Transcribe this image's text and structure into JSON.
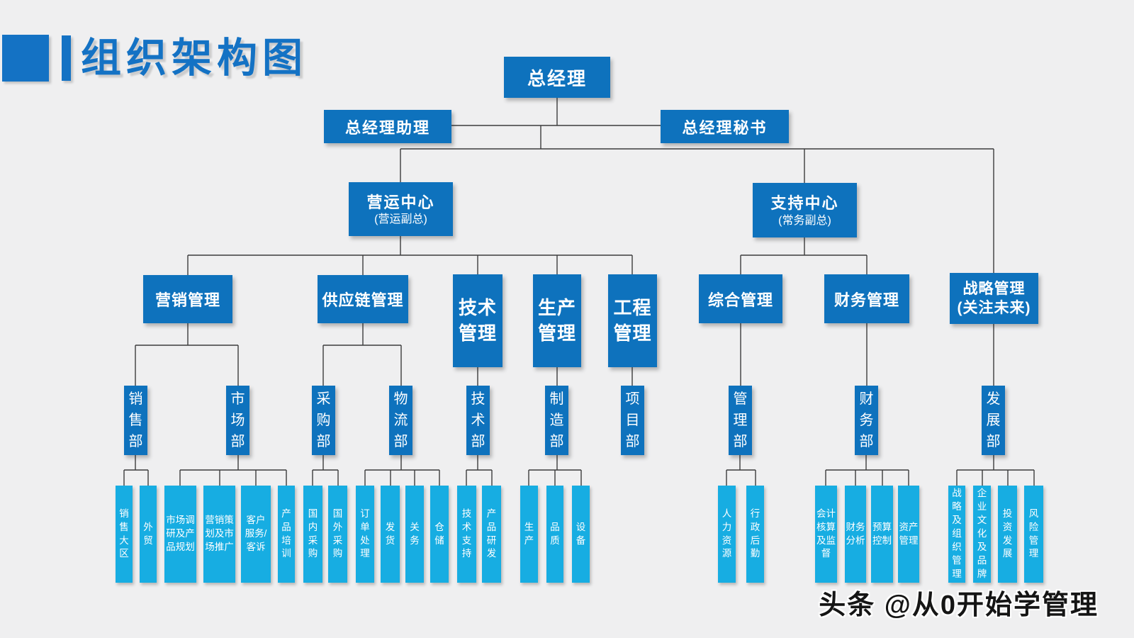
{
  "page": {
    "title": "组织架构图"
  },
  "watermark": {
    "text": "头条 @从0开始学管理"
  },
  "colors": {
    "primary_blue": "#0e72bd",
    "accent_cyan": "#17ade2",
    "bg": "#efeff0",
    "line": "#3c3c3c",
    "title_blue": "#1472c4"
  },
  "org": {
    "root": {
      "label": "总经理"
    },
    "assistants": [
      {
        "label": "总经理助理"
      },
      {
        "label": "总经理秘书"
      }
    ],
    "centers": [
      {
        "label": "营运中心",
        "sub": "(营运副总)"
      },
      {
        "label": "支持中心",
        "sub": "(常务副总)"
      }
    ],
    "divisions": [
      {
        "label": "营销管理"
      },
      {
        "label": "供应链管理"
      },
      {
        "label": "技术管理"
      },
      {
        "label": "生产管理"
      },
      {
        "label": "工程管理"
      },
      {
        "label": "综合管理"
      },
      {
        "label": "财务管理"
      },
      {
        "label": "战略管理",
        "sub": "(关注未来)"
      }
    ],
    "departments": [
      {
        "label": "销售部"
      },
      {
        "label": "市场部"
      },
      {
        "label": "采购部"
      },
      {
        "label": "物流部"
      },
      {
        "label": "技术部"
      },
      {
        "label": "制造部"
      },
      {
        "label": "项目部"
      },
      {
        "label": "管理部"
      },
      {
        "label": "财务部"
      },
      {
        "label": "发展部"
      }
    ],
    "functions": [
      {
        "label": "销售大区"
      },
      {
        "label": "外贸"
      },
      {
        "label": "市场调研及产品规划"
      },
      {
        "label": "营销策划及市场推广"
      },
      {
        "label": "客户服务/客诉"
      },
      {
        "label": "产品培训"
      },
      {
        "label": "国内采购"
      },
      {
        "label": "国外采购"
      },
      {
        "label": "订单处理"
      },
      {
        "label": "发货"
      },
      {
        "label": "关务"
      },
      {
        "label": "仓储"
      },
      {
        "label": "技术支持"
      },
      {
        "label": "产品研发"
      },
      {
        "label": "生产"
      },
      {
        "label": "品质"
      },
      {
        "label": "设备"
      },
      {
        "label": "人力资源"
      },
      {
        "label": "行政后勤"
      },
      {
        "label": "会计核算及监督"
      },
      {
        "label": "财务分析"
      },
      {
        "label": "预算控制"
      },
      {
        "label": "资产管理"
      },
      {
        "label": "战略及组织管理"
      },
      {
        "label": "企业文化及品牌"
      },
      {
        "label": "投资发展"
      },
      {
        "label": "风险管理"
      }
    ]
  }
}
